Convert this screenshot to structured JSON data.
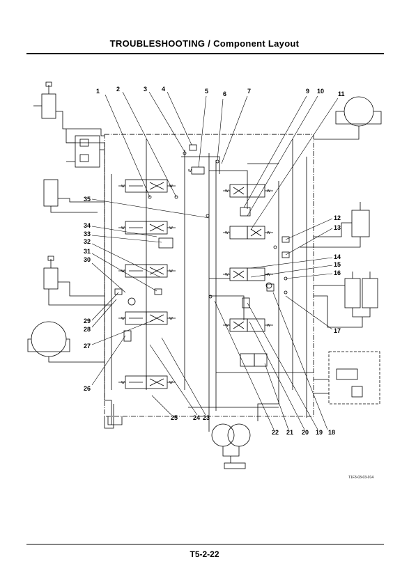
{
  "header": {
    "title": "TROUBLESHOOTING / Component Layout"
  },
  "footer": {
    "page_number": "T5-2-22"
  },
  "diagram": {
    "figure_code": "T1F3-03-03-014",
    "callouts": [
      "1",
      "2",
      "3",
      "4",
      "5",
      "6",
      "7",
      "9",
      "10",
      "11",
      "12",
      "13",
      "14",
      "15",
      "16",
      "17",
      "18",
      "19",
      "20",
      "21",
      "22",
      "23",
      "24",
      "25",
      "26",
      "27",
      "28",
      "29",
      "30",
      "31",
      "32",
      "33",
      "34",
      "35"
    ],
    "valve_mark": "W"
  }
}
